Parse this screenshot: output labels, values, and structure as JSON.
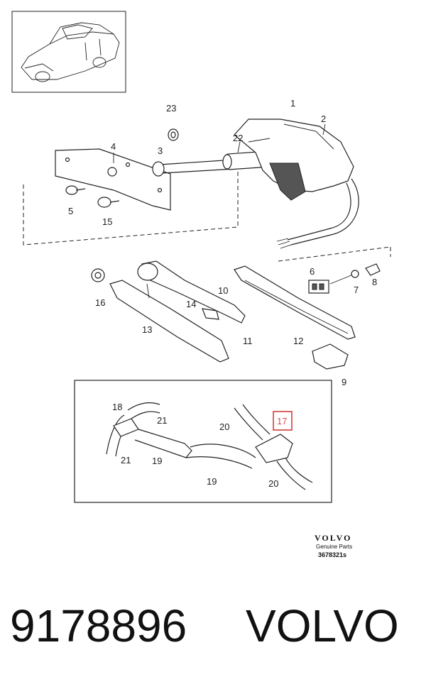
{
  "callouts": {
    "c1": "1",
    "c2": "2",
    "c3": "3",
    "c4": "4",
    "c5": "5",
    "c6": "6",
    "c7": "7",
    "c8": "8",
    "c9": "9",
    "c10": "10",
    "c11": "11",
    "c12": "12",
    "c13": "13",
    "c14": "14",
    "c15": "15",
    "c16": "16",
    "c17": "17",
    "c18": "18",
    "c19a": "19",
    "c19b": "19",
    "c20a": "20",
    "c20b": "20",
    "c21a": "21",
    "c21b": "21",
    "c22": "22",
    "c23": "23"
  },
  "highlight_color": "#d9534f",
  "logo": {
    "brand": "VOLVO",
    "line1": "Genuine Parts",
    "code": "3678321s"
  },
  "footer": {
    "part_number": "9178896",
    "brand": "VOLVO"
  }
}
